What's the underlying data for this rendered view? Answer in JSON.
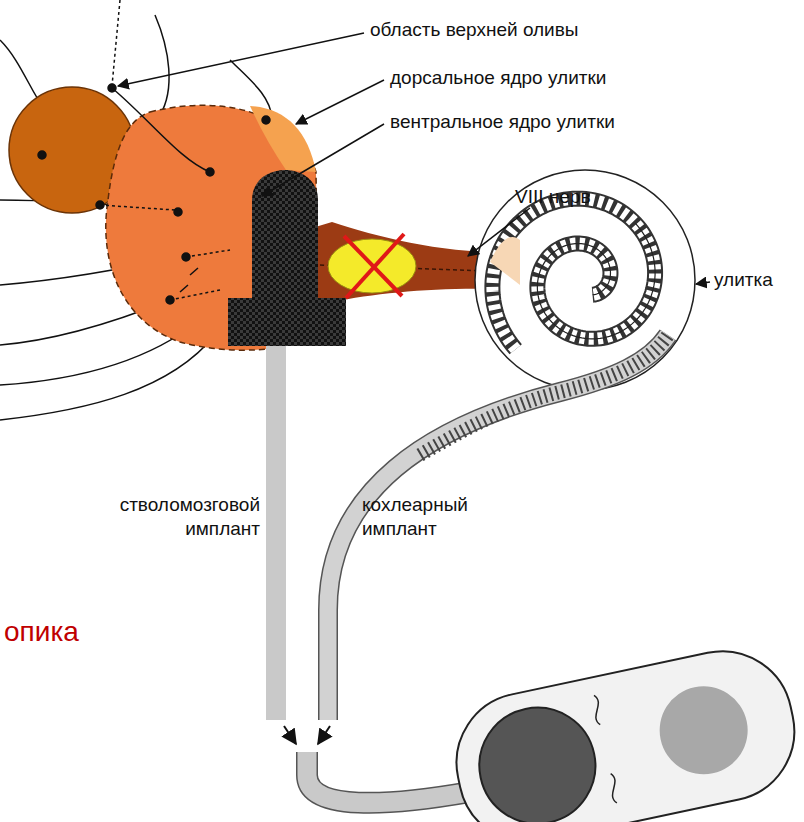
{
  "diagram": {
    "labels": [
      "область верхней оливы",
      "дорсальное ядро улитки",
      "вентральное ядро улитки",
      "VIII нерв",
      "улитка",
      "стволомозговой имплант",
      "кохлеарный имплант",
      "опика"
    ]
  }
}
